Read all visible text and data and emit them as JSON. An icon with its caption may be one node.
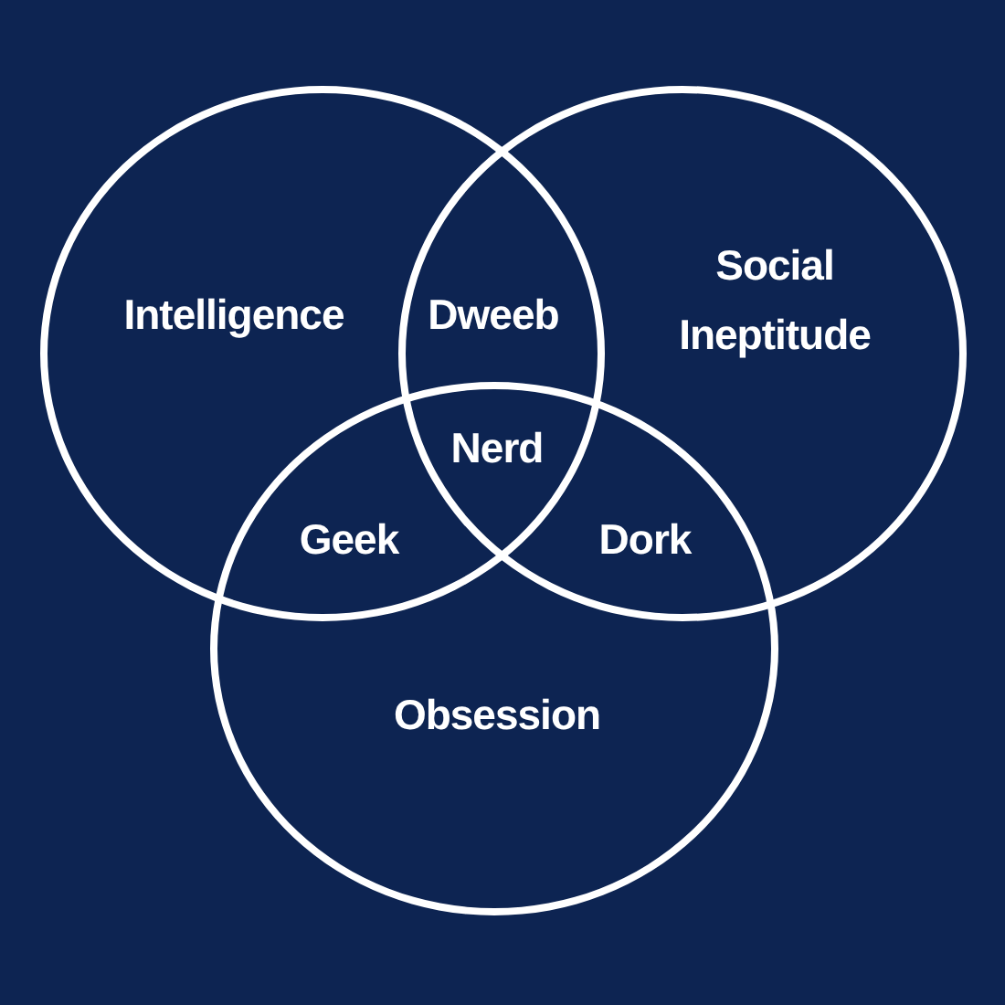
{
  "diagram": {
    "nodes": [
      {
        "text": [
          "Intelligence"
        ]
      },
      {
        "text": [
          "Social Ineptitude"
        ]
      },
      {
        "text": [
          "Obsession"
        ]
      }
    ],
    "labels": [
      "Dweeb",
      "Nerd",
      "Geek",
      "Dork"
    ]
  }
}
